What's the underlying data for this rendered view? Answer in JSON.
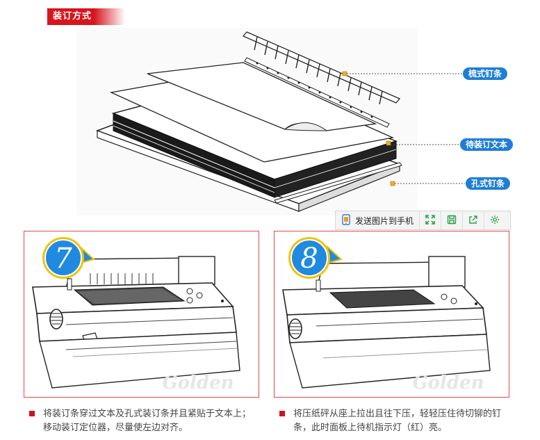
{
  "header": {
    "title": "装订方式"
  },
  "diagram": {
    "callouts": [
      {
        "label": "梳式钉条"
      },
      {
        "label": "待装订文本"
      },
      {
        "label": "孔式钉条"
      }
    ]
  },
  "toolbar": {
    "send_label": "发送图片到手机",
    "icons": [
      "fullscreen-icon",
      "save-icon",
      "share-icon",
      "settings-icon"
    ]
  },
  "panels": [
    {
      "step": "7",
      "watermark": "Golden",
      "caption": "将装订条穿过文本及孔式装订条并且紧贴于文本上；移动装订定位器，尽量使左边对齐。"
    },
    {
      "step": "8",
      "watermark": "Golden",
      "caption": "将压纸砰从座上拉出且往下压，轻轻压住待切铆的钉条，此时面板上待机指示灯（红）亮。"
    }
  ],
  "colors": {
    "accent_red": "#d8141c",
    "callout_blue": "#1e7ed6",
    "badge_blue": "#1f8ae0",
    "badge_ring": "#f2c200"
  }
}
